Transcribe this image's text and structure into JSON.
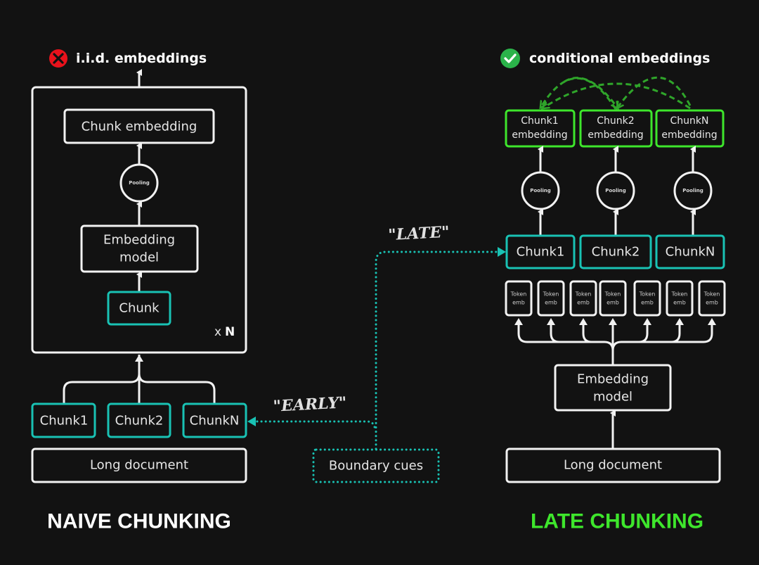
{
  "naive": {
    "title": "NAIVE CHUNKING",
    "output_label": "i.i.d. embeddings",
    "output_icon": "cross-icon",
    "chunk_embedding": "Chunk embedding",
    "pooling": "Pooling",
    "embedding_model": [
      "Embedding",
      "model"
    ],
    "chunk": "Chunk",
    "repeat": "x",
    "repeat_n": "N",
    "chunks": [
      "Chunk1",
      "Chunk2",
      "ChunkN"
    ],
    "document": "Long document"
  },
  "late": {
    "title": "LATE CHUNKING",
    "output_label": "conditional embeddings",
    "output_icon": "check-icon",
    "chunk_embeddings": [
      [
        "Chunk1",
        "embedding"
      ],
      [
        "Chunk2",
        "embedding"
      ],
      [
        "ChunkN",
        "embedding"
      ]
    ],
    "pooling": [
      "Pooling",
      "Pooling",
      "Pooling"
    ],
    "chunks": [
      "Chunk1",
      "Chunk2",
      "ChunkN"
    ],
    "token_emb": [
      [
        "Token",
        "emb"
      ],
      [
        "Token",
        "emb"
      ],
      [
        "Token",
        "emb"
      ],
      [
        "Token",
        "emb"
      ],
      [
        "Token",
        "emb"
      ],
      [
        "Token",
        "emb"
      ],
      [
        "Token",
        "emb"
      ]
    ],
    "embedding_model": [
      "Embedding",
      "model"
    ],
    "document": "Long document"
  },
  "boundary": {
    "label": "Boundary cues",
    "early": "\"EARLY\"",
    "late": "\"LATE\""
  },
  "colors": {
    "background": "#121212",
    "teal": "#19c2b4",
    "green": "#3ee62c",
    "green_dashed": "#2fa52a",
    "cross_red": "#e8121c",
    "check_green": "#2bb34a",
    "white": "#f2f2f2"
  }
}
